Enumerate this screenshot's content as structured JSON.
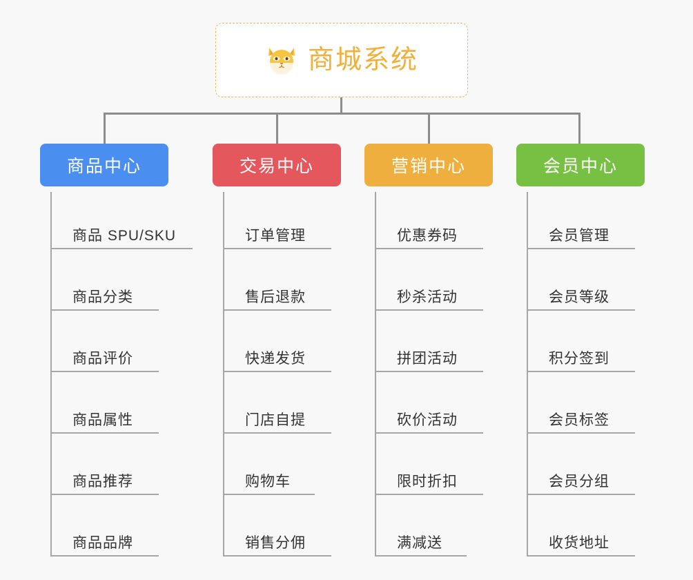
{
  "page": {
    "background_color": "#f8f8f8",
    "line_color": "#8c8c8c",
    "leaf_line_color": "#a6a6a6"
  },
  "root": {
    "title": "商城系统",
    "icon": "shiba-dog-face-icon",
    "text_color": "#f0b03c",
    "border_color": "#e8b96a",
    "background_color": "#ffffff"
  },
  "columns": [
    {
      "title": "商品中心",
      "color": "#4a8ef0",
      "leaves": [
        {
          "label": "商品 SPU/SKU",
          "rule_width": 206
        },
        {
          "label": "商品分类",
          "rule_width": 157
        },
        {
          "label": "商品评价",
          "rule_width": 157
        },
        {
          "label": "商品属性",
          "rule_width": 157
        },
        {
          "label": "商品推荐",
          "rule_width": 157
        },
        {
          "label": "商品品牌",
          "rule_width": 157
        }
      ]
    },
    {
      "title": "交易中心",
      "color": "#e4575c",
      "leaves": [
        {
          "label": "订单管理",
          "rule_width": 157
        },
        {
          "label": "售后退款",
          "rule_width": 157
        },
        {
          "label": "快递发货",
          "rule_width": 157
        },
        {
          "label": "门店自提",
          "rule_width": 157
        },
        {
          "label": "购物车",
          "rule_width": 133
        },
        {
          "label": "销售分佣",
          "rule_width": 157
        }
      ]
    },
    {
      "title": "营销中心",
      "color": "#eeaf3f",
      "leaves": [
        {
          "label": "优惠券码",
          "rule_width": 157
        },
        {
          "label": "秒杀活动",
          "rule_width": 157
        },
        {
          "label": "拼团活动",
          "rule_width": 157
        },
        {
          "label": "砍价活动",
          "rule_width": 157
        },
        {
          "label": "限时折扣",
          "rule_width": 157
        },
        {
          "label": "满减送",
          "rule_width": 133
        }
      ]
    },
    {
      "title": "会员中心",
      "color": "#77c council",
      "leaves": [
        {
          "label": "会员管理",
          "rule_width": 157
        },
        {
          "label": "会员等级",
          "rule_width": 157
        },
        {
          "label": "积分签到",
          "rule_width": 157
        },
        {
          "label": "会员标签",
          "rule_width": 157
        },
        {
          "label": "会员分组",
          "rule_width": 157
        },
        {
          "label": "收货地址",
          "rule_width": 157
        }
      ]
    }
  ],
  "layout": {
    "column_left_positions": [
      58,
      308,
      528,
      748
    ],
    "drop_positions": [
      150,
      400,
      620,
      838
    ],
    "leaf_row_height": 89
  }
}
